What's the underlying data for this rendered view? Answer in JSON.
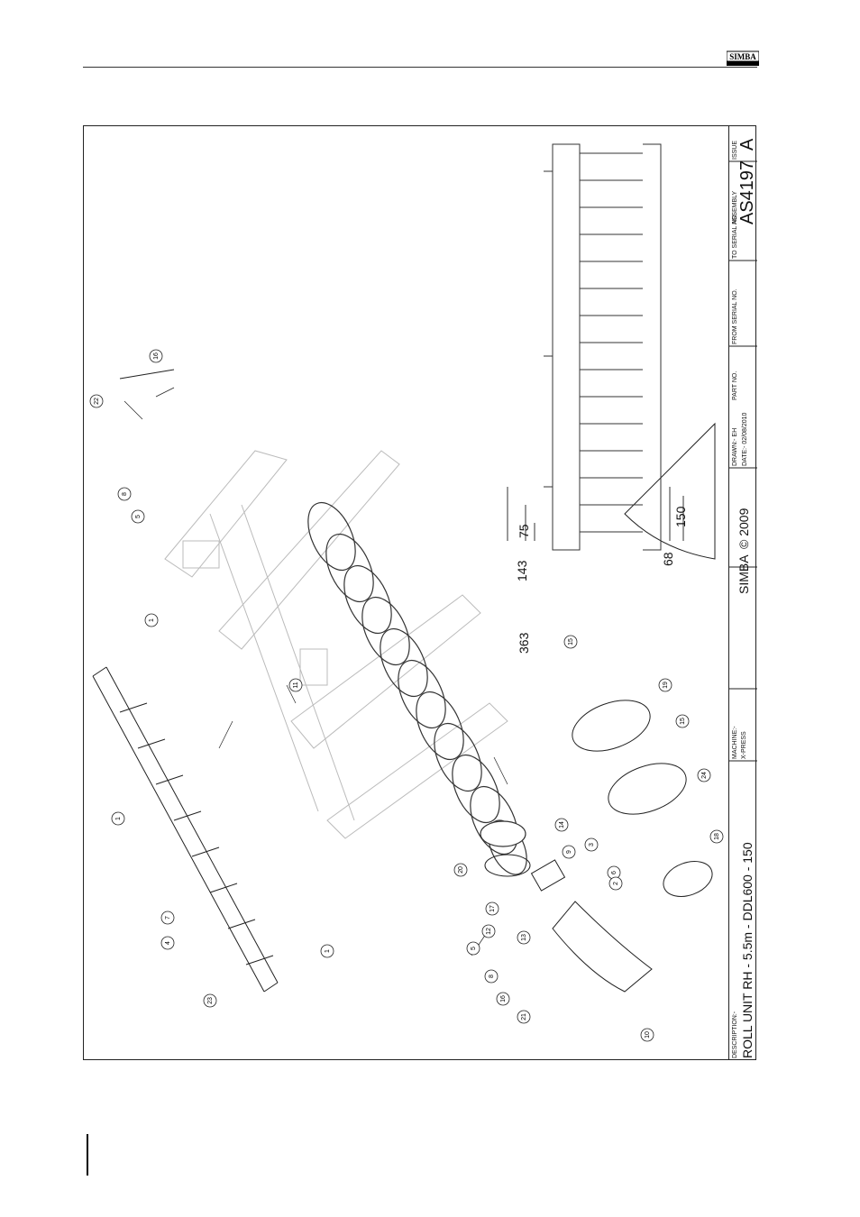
{
  "header": {
    "logo_text": "SIMBA",
    "logo_subtext": "Great Plains"
  },
  "title_block": {
    "description_label": "DESCRIPTION:-",
    "description": "ROLL UNIT RH - 5.5m - DDL600 - 150",
    "machine_label": "MACHINE:-",
    "machine": "X-PRESS",
    "copyright_brand": "SIMBA",
    "copyright": "© 2009",
    "drawn": "DRAWN:- EH",
    "date": "DATE:- 02/08/2010",
    "part_no_label": "PART NO.",
    "from_serial_label": "FROM SERIAL NO.",
    "to_serial_label": "TO SERIAL NO.",
    "assembly_label": "ASSEMBLY",
    "assembly": "AS4197",
    "issue_label": "ISSUE",
    "issue": "A"
  },
  "dimensions": {
    "d363": "363",
    "d75": "75",
    "d143": "143",
    "d150": "150",
    "d68": "68"
  },
  "balloons": [
    "22",
    "16",
    "8",
    "5",
    "1",
    "11",
    "1",
    "7",
    "4",
    "1",
    "23",
    "20",
    "14",
    "9",
    "3",
    "6",
    "2",
    "17",
    "12",
    "13",
    "5",
    "8",
    "16",
    "21",
    "10",
    "15",
    "19",
    "15",
    "24",
    "18"
  ]
}
